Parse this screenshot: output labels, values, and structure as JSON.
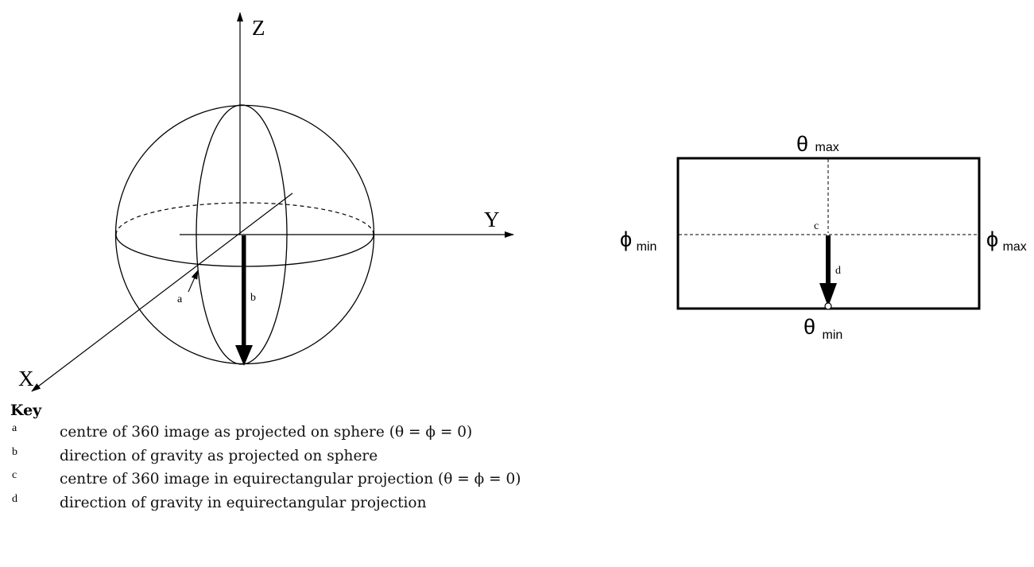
{
  "sphere_diagram": {
    "axis_z": "Z",
    "axis_y": "Y",
    "axis_x": "X",
    "label_a": "a",
    "label_b": "b"
  },
  "rect_diagram": {
    "theta_top": "θ",
    "theta_top_sub": "max",
    "theta_bottom": "θ",
    "theta_bottom_sub": "min",
    "phi_left": "ϕ",
    "phi_left_sub": "min",
    "phi_right": "ϕ",
    "phi_right_sub": "max",
    "label_c": "c",
    "label_d": "d"
  },
  "key": {
    "title": "Key",
    "items": [
      {
        "letter": "a",
        "text": "centre of 360 image as projected on sphere (θ = ϕ = 0)"
      },
      {
        "letter": "b",
        "text": "direction of gravity as projected on sphere"
      },
      {
        "letter": "c",
        "text": "centre of 360 image in equirectangular projection (θ = ϕ = 0)"
      },
      {
        "letter": "d",
        "text": "direction of gravity in equirectangular projection"
      }
    ]
  }
}
